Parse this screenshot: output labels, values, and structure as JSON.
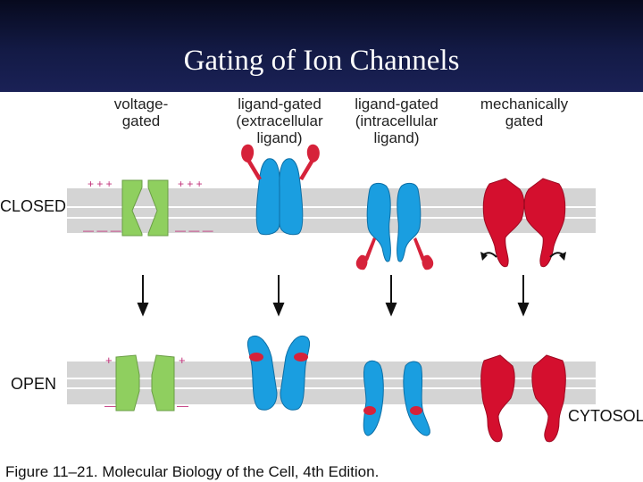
{
  "title": "Gating of Ion Channels",
  "columns": [
    {
      "lines": [
        "voltage-",
        "gated"
      ]
    },
    {
      "lines": [
        "ligand-gated",
        "(extracellular",
        "ligand)"
      ]
    },
    {
      "lines": [
        "ligand-gated",
        "(intracellular",
        "ligand)"
      ]
    },
    {
      "lines": [
        "mechanically",
        "gated"
      ]
    }
  ],
  "row_labels": {
    "closed": "CLOSED",
    "open": "OPEN",
    "cytosol": "CYTOSOL"
  },
  "charges": {
    "closed_top_left": "+ + +",
    "closed_top_right": "+ + +",
    "closed_bottom_left": "— — —",
    "closed_bottom_right": "— — —",
    "open_plus": "+",
    "open_minus": "—"
  },
  "caption": "Figure 11–21. Molecular Biology of the Cell, 4th Edition.",
  "colors": {
    "membrane": "#d4d4d4",
    "membrane_line": "#ffffff",
    "voltage": "#8fcf5f",
    "ligand_channel": "#1a9ee0",
    "ligand": "#d6223a",
    "mechanical": "#d40f2e",
    "charge": "#c0317a"
  }
}
